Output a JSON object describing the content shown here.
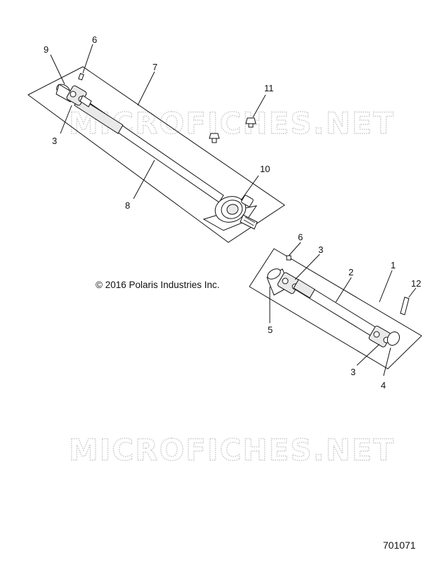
{
  "copyright": "© 2016 Polaris Industries Inc.",
  "drawing_number": "701071",
  "watermark": "MICROFICHES.NET",
  "callouts": {
    "c1": "1",
    "c2": "2",
    "c3a": "3",
    "c3b": "3",
    "c3c": "3",
    "c4": "4",
    "c5": "5",
    "c6a": "6",
    "c6b": "6",
    "c7": "7",
    "c8": "8",
    "c9": "9",
    "c10": "10",
    "c11": "11",
    "c12": "12"
  }
}
